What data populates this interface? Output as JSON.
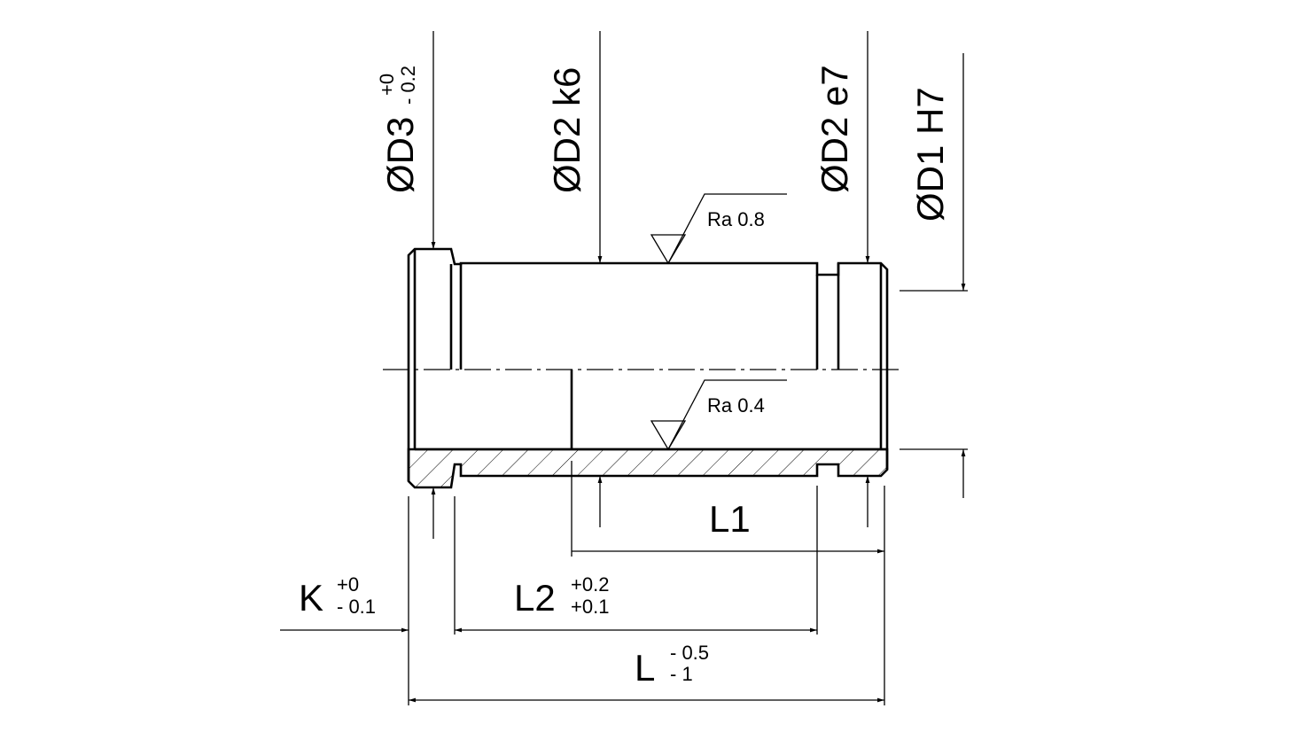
{
  "callouts": {
    "d3": {
      "label": "ØD3",
      "tol_upper": "+0",
      "tol_lower": "- 0.2"
    },
    "d2_k6": {
      "label": "ØD2 k6"
    },
    "d2_e7": {
      "label": "ØD2 e7"
    },
    "d1": {
      "label": "ØD1 H7"
    }
  },
  "surface_finish": {
    "outer": "Ra 0.8",
    "bore": "Ra 0.4"
  },
  "dimensions": {
    "l1": {
      "label": "L1"
    },
    "l2": {
      "label": "L2",
      "tol_upper": "+0.2",
      "tol_lower": "+0.1"
    },
    "k": {
      "label": "K",
      "tol_upper": "+0",
      "tol_lower": "- 0.1"
    },
    "l": {
      "label": "L",
      "tol_upper": "- 0.5",
      "tol_lower": "- 1"
    }
  },
  "colors": {
    "line": "#000000",
    "background": "#ffffff"
  }
}
